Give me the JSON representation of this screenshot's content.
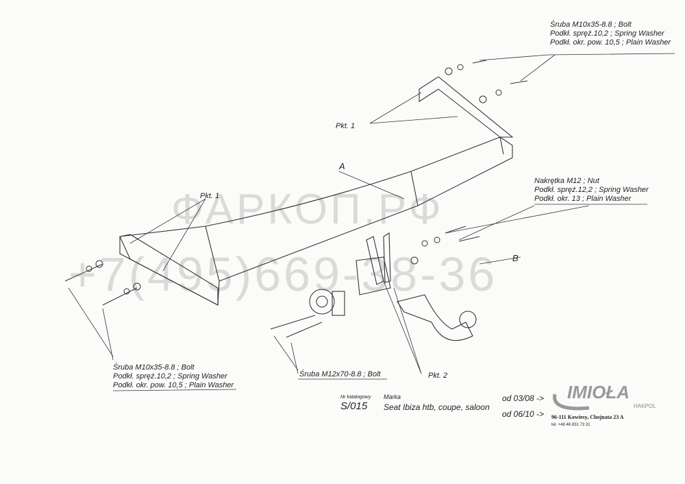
{
  "labels": {
    "top_right": [
      "Śruba M10x35-8.8 ; Bolt",
      "Podkł. spręż.10,2 ; Spring Washer",
      "Podkł. okr. pow. 10,5 ; Plain Washer"
    ],
    "middle_right": [
      "Nakrętka M12 ; Nut",
      "Podkł. spręż.12,2 ; Spring Washer",
      "Podkł. okr. 13 ; Plain Washer"
    ],
    "bottom_left": [
      "Śruba M10x35-8.8 ; Bolt",
      "Podkł. spręż.10,2 ; Spring Washer",
      "Podkł. okr. pow. 10,5 ; Plain Washer"
    ],
    "bottom_mid": "Śruba M12x70-8.8 ; Bolt",
    "pkt1_top": "Pkt. 1",
    "pkt1_left": "Pkt. 1",
    "pkt2": "Pkt. 2",
    "point_a": "A",
    "point_b": "B"
  },
  "title_block": {
    "catalog_label": "Nr katalogowy",
    "catalog_no": "S/015",
    "make_label": "Marka",
    "make": "Seat Ibiza htb, coupe, saloon",
    "from1": "od 03/08 ->",
    "from2": "od 06/10 ->",
    "address": "96-111 Kowiesy, Chojnata 23 A",
    "phone": "tel. +48 46 831 73 31"
  },
  "logo": {
    "name": "IMIOŁA",
    "sub": "HAKPOL"
  },
  "watermark": {
    "text1": "ФАРКОП.РФ",
    "text2": "+7(495)669-38-36"
  }
}
